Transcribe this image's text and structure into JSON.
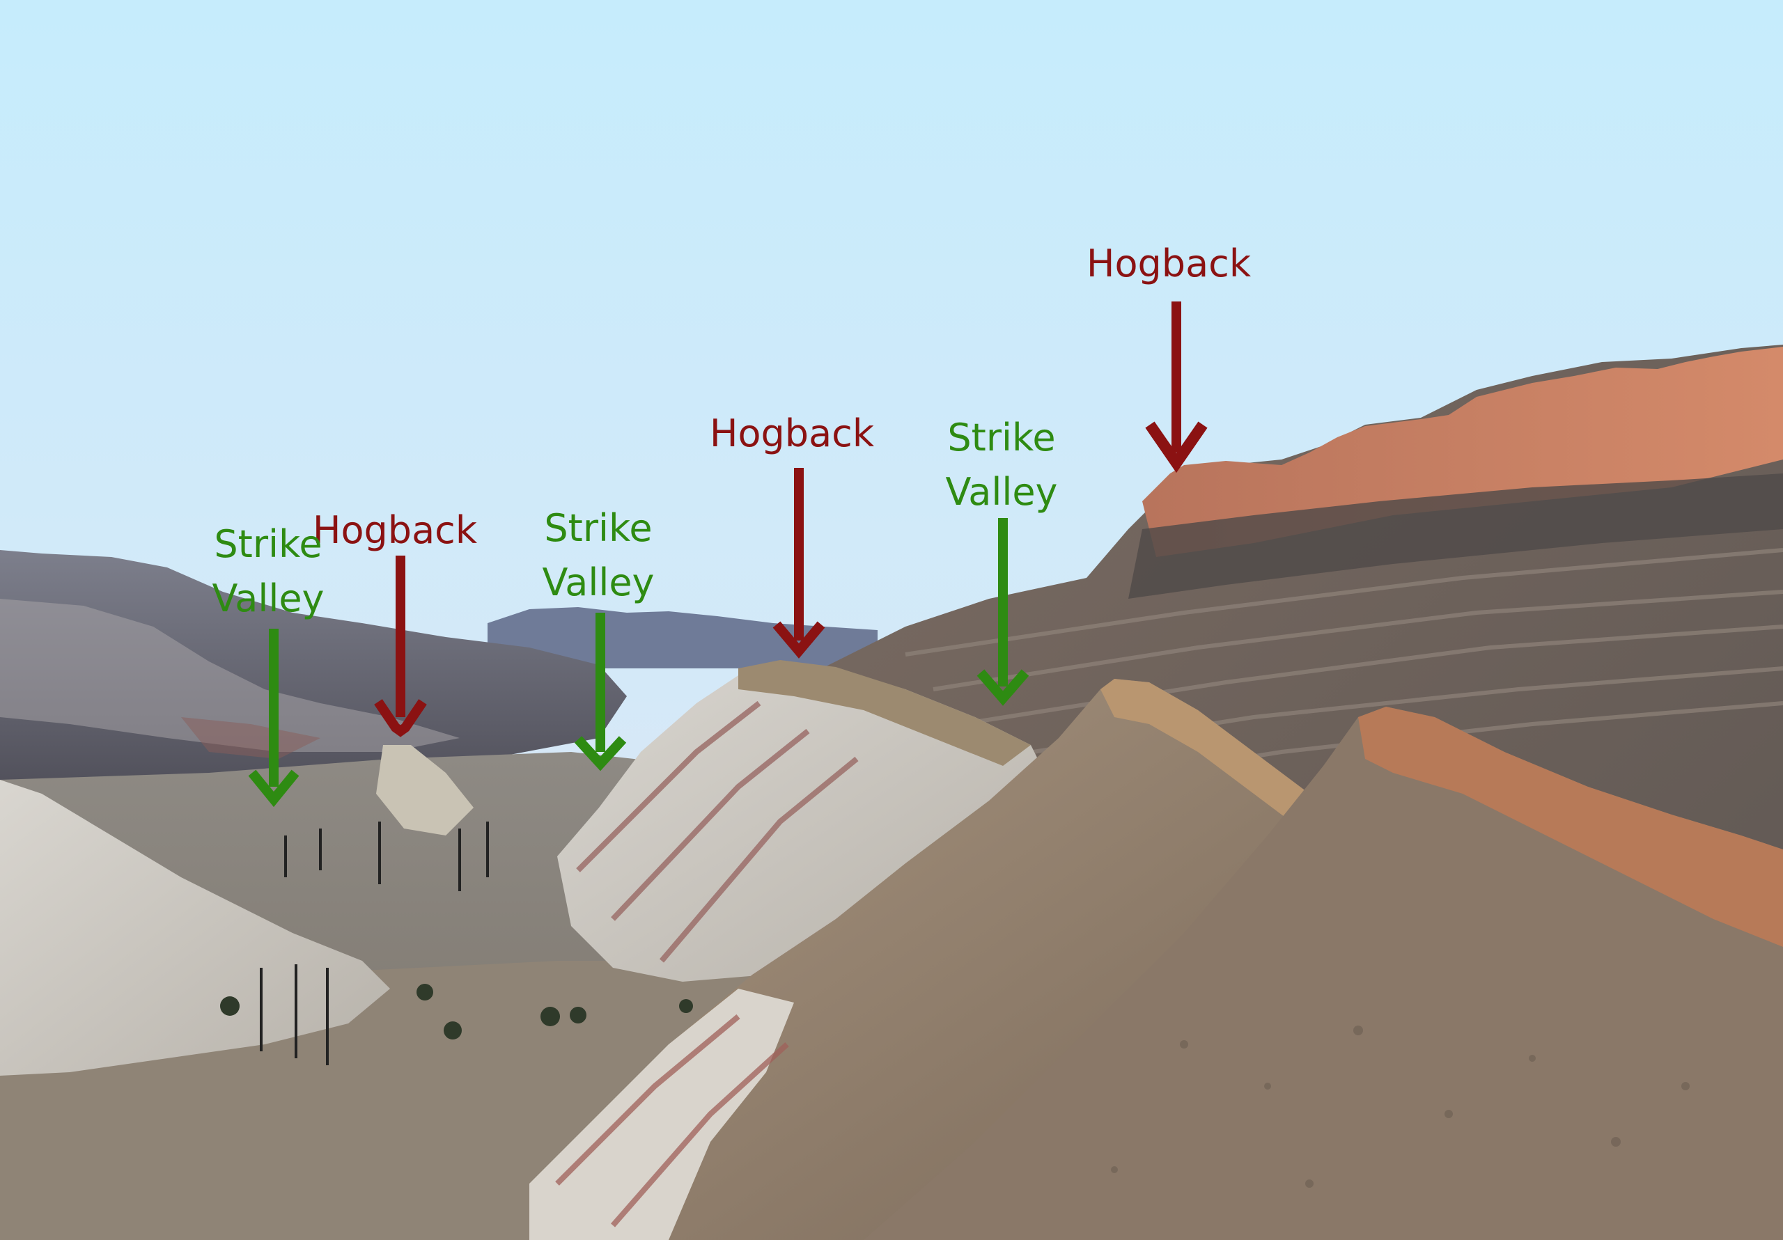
{
  "colors": {
    "hogback": "#8b1212",
    "strike_valley": "#2e8b12",
    "sky_top": "#c8ecfb",
    "sky_bottom": "#dfe6f5"
  },
  "annotations": [
    {
      "kind": "hogback",
      "lines": [
        "Hogback"
      ]
    },
    {
      "kind": "strike_valley",
      "lines": [
        "Strike",
        "Valley"
      ]
    },
    {
      "kind": "hogback",
      "lines": [
        "Hogback"
      ]
    },
    {
      "kind": "strike_valley",
      "lines": [
        "Strike",
        "Valley"
      ]
    },
    {
      "kind": "hogback",
      "lines": [
        "Hogback"
      ]
    },
    {
      "kind": "strike_valley",
      "lines": [
        "Strike",
        "Valley"
      ]
    }
  ]
}
